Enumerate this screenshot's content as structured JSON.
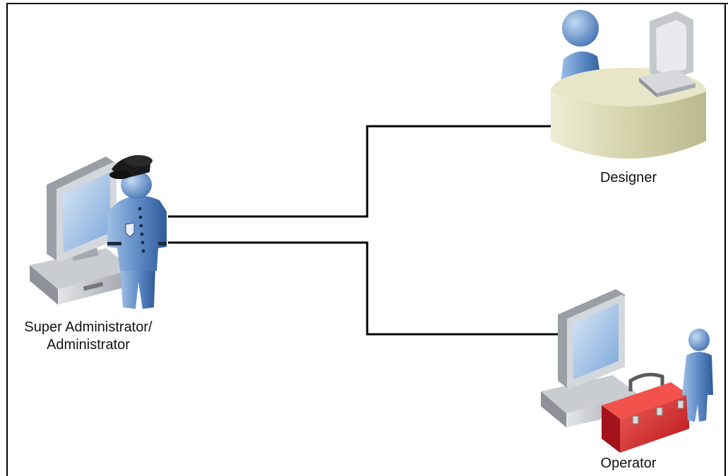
{
  "roles": {
    "admin": {
      "line1": "Super Administrator/",
      "line2": "Administrator"
    },
    "designer": {
      "label": "Designer"
    },
    "operator": {
      "label": "Operator"
    }
  },
  "colors": {
    "line": "#000000",
    "person": "#5b88c4",
    "desk": "#d7d6b1",
    "toolbox": "#d9251e",
    "monitor_gray": "#b9bcc1",
    "screen": "#a9c8ec"
  },
  "icons": [
    "admin-workstation-icon",
    "police-officer-person-icon",
    "designer-desk-icon",
    "operator-workstation-icon",
    "toolbox-icon",
    "operator-person-icon"
  ]
}
